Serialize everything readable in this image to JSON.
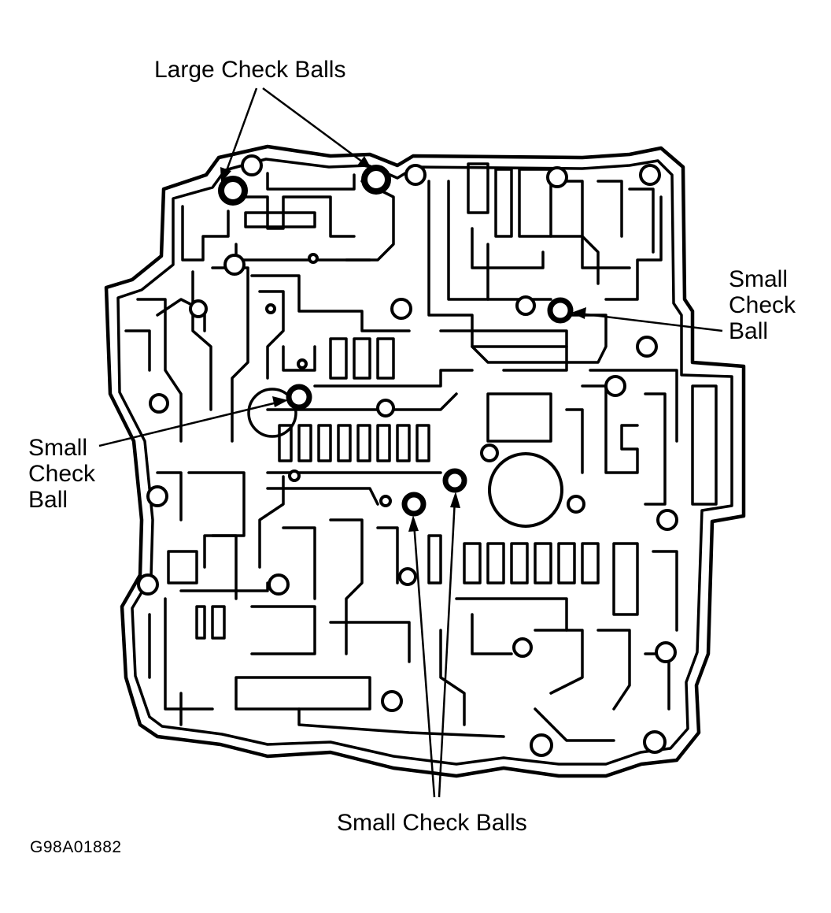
{
  "labels": {
    "large_check_balls": "Large Check Balls",
    "small_check_ball_right": [
      "Small",
      "Check",
      "Ball"
    ],
    "small_check_ball_left": [
      "Small",
      "Check",
      "Ball"
    ],
    "small_check_balls_bottom": "Small Check Balls"
  },
  "figure_id": "G98A01882",
  "colors": {
    "ink": "#000000",
    "paper": "#ffffff"
  }
}
